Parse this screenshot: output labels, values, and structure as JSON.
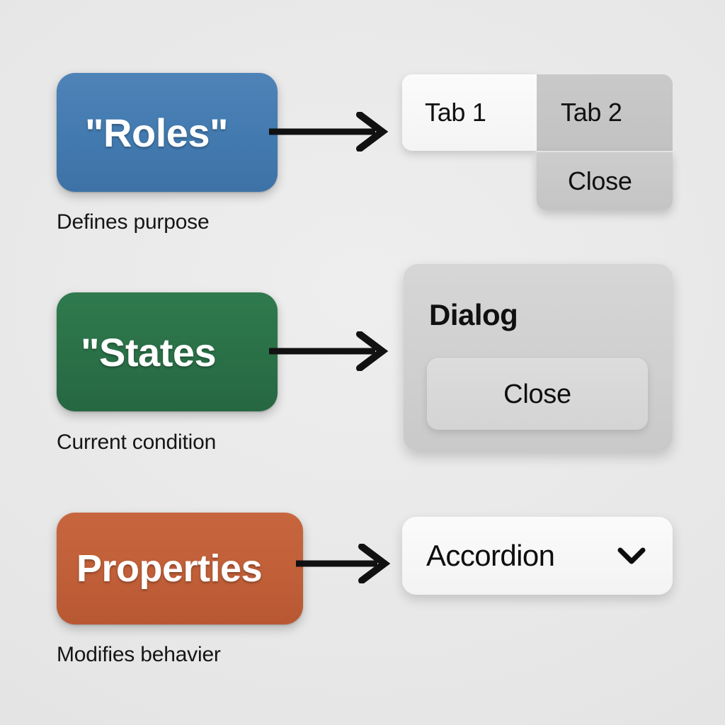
{
  "background_color": "#e9e9e9",
  "concepts": [
    {
      "chip_label": "\"Roles\"",
      "chip_color": "#427aaf",
      "caption": "Defines purpose",
      "arrow": "arrow-right-icon"
    },
    {
      "chip_label": "\"States",
      "chip_color": "#2a7047",
      "caption": "Current condition",
      "arrow": "arrow-right-icon"
    },
    {
      "chip_label": "Properties",
      "chip_color": "#c05f38",
      "caption": "Modifies behavier",
      "arrow": "arrow-right-icon"
    }
  ],
  "tabs_widget": {
    "tab_1_label": "Tab 1",
    "tab_2_label": "Tab 2",
    "close_label": "Close",
    "active_tab": "Tab 1"
  },
  "dialog_widget": {
    "title": "Dialog",
    "close_button_label": "Close"
  },
  "accordion_widget": {
    "label": "Accordion",
    "chevron_icon": "chevron-down-icon",
    "expanded": false
  }
}
